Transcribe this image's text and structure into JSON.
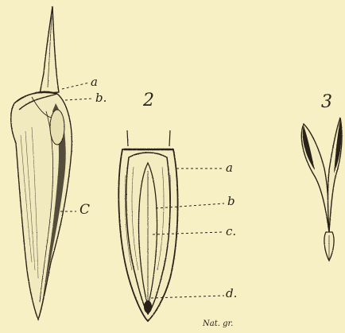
{
  "figures": {
    "fig1": {
      "labels": {
        "a": "a",
        "b": "b.",
        "c": "C"
      }
    },
    "fig2": {
      "number": "2",
      "labels": {
        "a": "a",
        "b": "b",
        "c": "c.",
        "d": "d."
      }
    },
    "fig3": {
      "number": "3"
    }
  },
  "footer": {
    "note": "Nat. gr."
  }
}
